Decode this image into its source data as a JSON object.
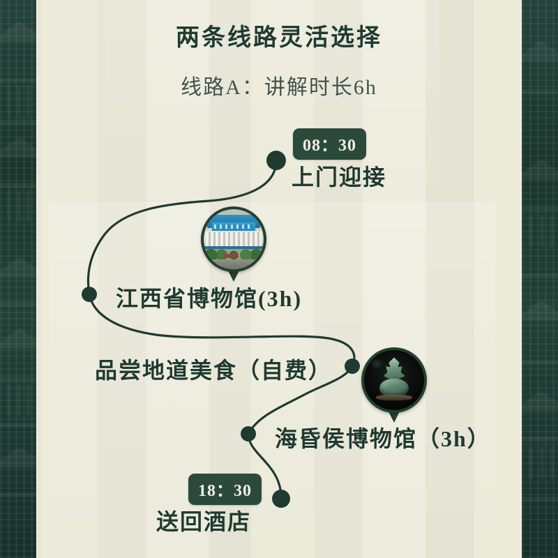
{
  "poster": {
    "title": "两条线路灵活选择",
    "subtitle": "线路A：讲解时长6h",
    "colors": {
      "dark_green": "#1f3a31",
      "badge_bg": "#2b4a3c",
      "badge_text": "#f2f0e2",
      "label_text": "#1f3a30",
      "subtitle_text": "#41524a",
      "background": "#e9e7d8",
      "route_line": "#1f3a31"
    }
  },
  "itinerary": {
    "stops": [
      {
        "id": "pickup",
        "time": "08：30",
        "label": "上门迎接",
        "has_time_badge": true,
        "has_photo_pin": false
      },
      {
        "id": "jxmuseum",
        "time": "",
        "label": "江西省博物馆(3h)",
        "has_time_badge": false,
        "has_photo_pin": true,
        "pin_icon": "museum-building-photo"
      },
      {
        "id": "food",
        "time": "",
        "label": "品尝地道美食（自费）",
        "has_time_badge": false,
        "has_photo_pin": true,
        "pin_icon": "bronze-artifact-photo"
      },
      {
        "id": "haihunhou",
        "time": "",
        "label": "海昏侯博物馆（3h）",
        "has_time_badge": false,
        "has_photo_pin": false
      },
      {
        "id": "dropoff",
        "time": "18：30",
        "label": "送回酒店",
        "has_time_badge": true,
        "has_photo_pin": false
      }
    ]
  }
}
